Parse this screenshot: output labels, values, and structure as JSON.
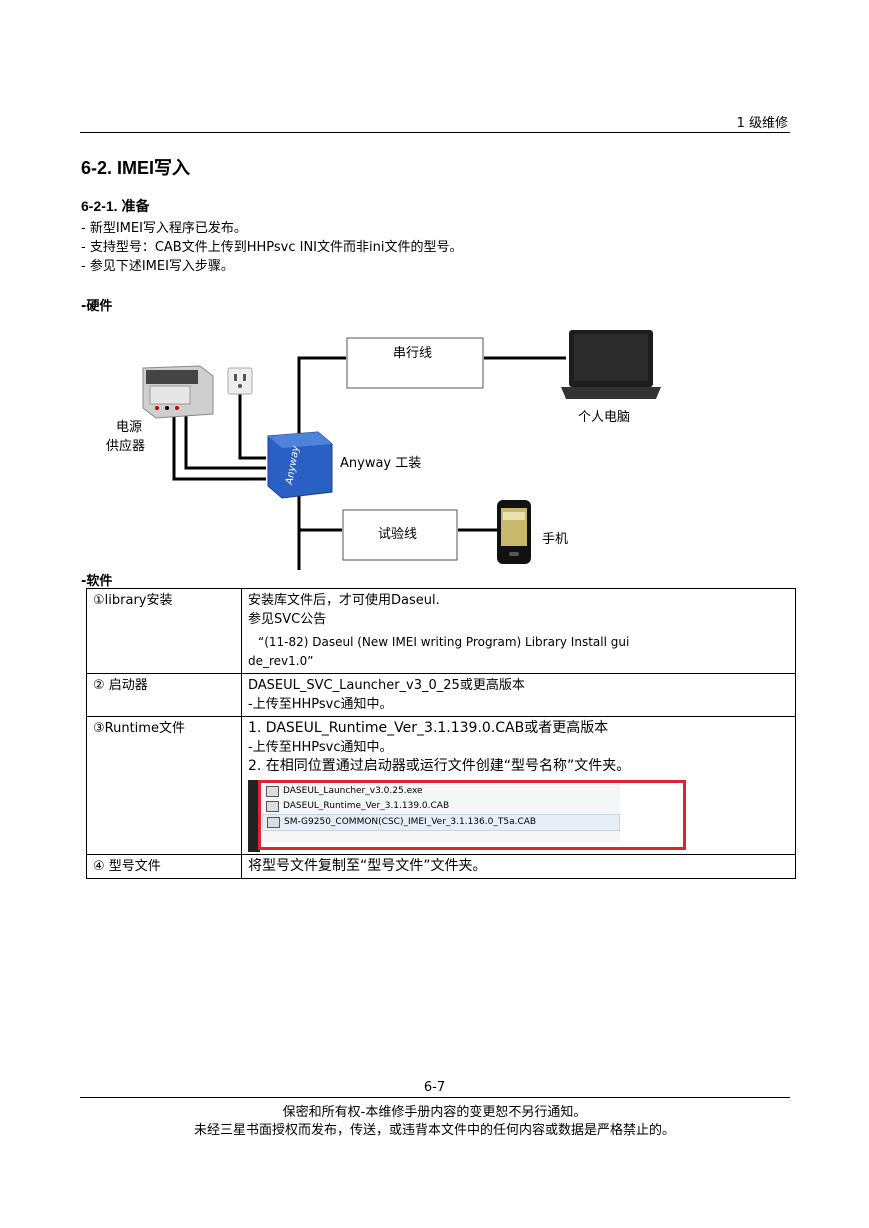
{
  "header": {
    "level": "1 级维修"
  },
  "section": {
    "title": "6-2. IMEI写入"
  },
  "subsection": {
    "title": "6-2-1. 准备"
  },
  "bullets": [
    "- 新型IMEI写入程序已发布。",
    "- 支持型号：CAB文件上传到HHPsvc INI文件而非ini文件的型号。",
    "- 参见下述IMEI写入步骤。"
  ],
  "hardware": {
    "heading": "-硬件",
    "serial_cable": "串行线",
    "pc": "个人电脑",
    "power_line1": "电源",
    "power_line2": "供应器",
    "anyway": "Anyway 工装",
    "test_cable": "试验线",
    "phone": "手机"
  },
  "software": {
    "heading": "-软件",
    "rows": [
      {
        "label": "①library安装",
        "l1": "安装库文件后，才可使用Daseul.",
        "l2": "参见SVC公告",
        "l3": "“(11-82) Daseul (New IMEI writing Program) Library Install gui",
        "l4": "de_rev1.0”"
      },
      {
        "label": "②  启动器",
        "l1": "DASEUL_SVC_Launcher_v3_0_25或更高版本",
        "l2": "-上传至HHPsvc通知中。"
      },
      {
        "label": "③Runtime文件",
        "l1": "1. DASEUL_Runtime_Ver_3.1.139.0.CAB或者更高版本",
        "l2": " -上传至HHPsvc通知中。",
        "l3": "2. 在相同位置通过启动器或运行文件创建“型号名称”文件夹。",
        "files": [
          "DASEUL_Launcher_v3.0.25.exe",
          "DASEUL_Runtime_Ver_3.1.139.0.CAB",
          "SM-G9250_COMMON(CSC)_IMEI_Ver_3.1.136.0_T5a.CAB"
        ]
      },
      {
        "label": "④  型号文件",
        "l1": "将型号文件复制至“型号文件”文件夹。"
      }
    ]
  },
  "footer": {
    "page": "6-7",
    "line1": "保密和所有权-本维修手册内容的变更恕不另行通知。",
    "line2": "未经三星书面授权而发布，传送，或违背本文件中的任何内容或数据是严格禁止的。"
  },
  "colors": {
    "highlight_box": "#e0242f",
    "anyway_jig": "#2a5fc4"
  }
}
